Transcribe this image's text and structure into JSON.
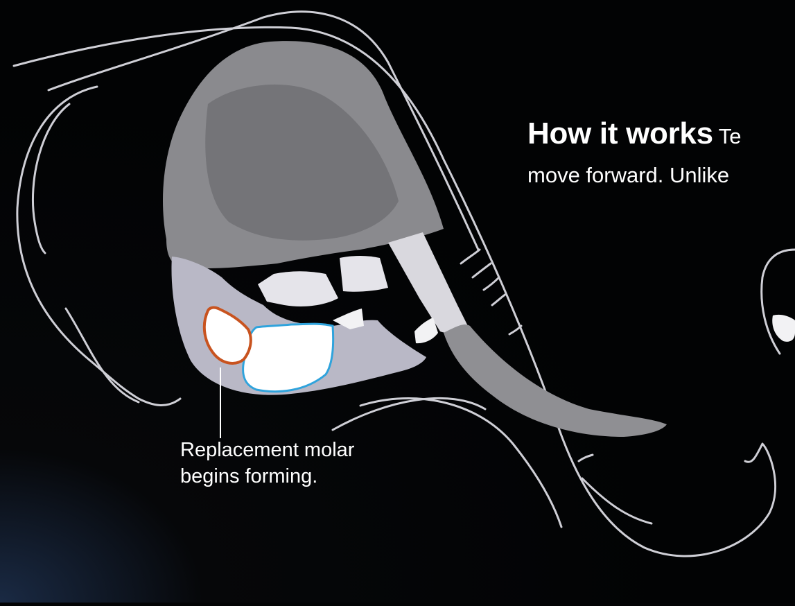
{
  "heading": {
    "title": "How it works",
    "title_rest": "Te",
    "line2": "move forward. Unlike"
  },
  "callout": {
    "line1": "Replacement molar",
    "line2": "begins forming."
  },
  "colors": {
    "background": "#030405",
    "outline": "#cfcfd6",
    "skull": "#8a8a8e",
    "jaw": "#b9b8c6",
    "tooth": "#ffffff",
    "replacement_molar": "#c8531f",
    "current_molar": "#2fa3dc"
  }
}
